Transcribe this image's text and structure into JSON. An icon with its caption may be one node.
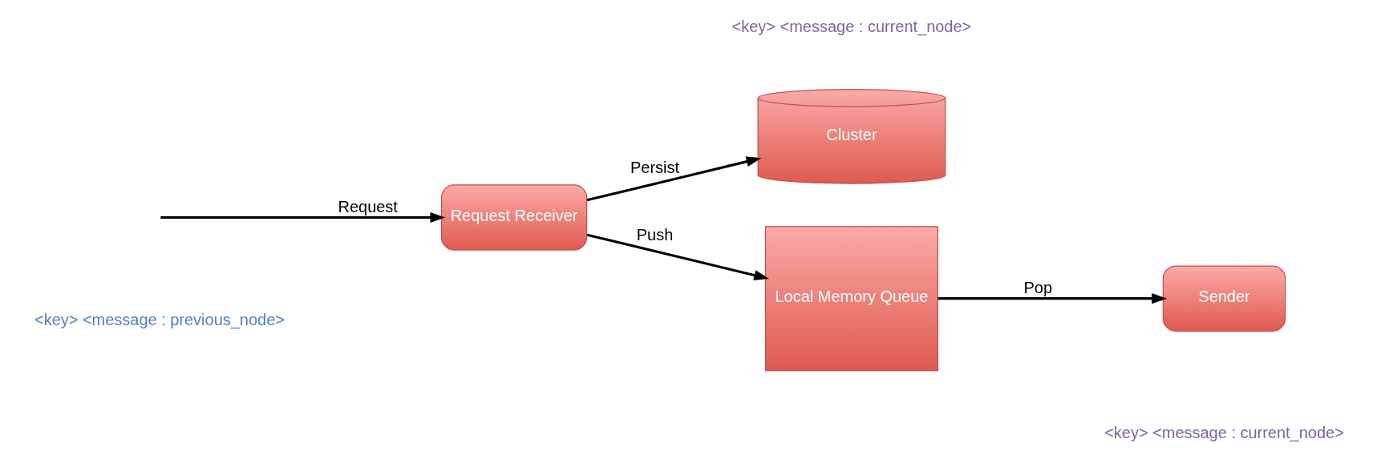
{
  "diagram": {
    "nodes": [
      {
        "text": [
          "Request Receiver"
        ]
      },
      {
        "text": [
          "Cluster"
        ]
      },
      {
        "text": [
          "Local Memory Queue"
        ]
      },
      {
        "text": [
          "Sender"
        ]
      }
    ],
    "edges": [
      {
        "from": null,
        "to": 0,
        "arrow": "to",
        "label": "Request"
      },
      {
        "from": 0,
        "to": 1,
        "arrow": "to",
        "label": "Persist"
      },
      {
        "from": 0,
        "to": 2,
        "arrow": "to",
        "label": "Push"
      },
      {
        "from": 2,
        "to": 3,
        "arrow": "to",
        "label": "Pop"
      }
    ],
    "labels": [
      "<key> <message : previous_node>",
      "<key> <message : current_node>",
      "<key> <message : current_node>"
    ]
  }
}
